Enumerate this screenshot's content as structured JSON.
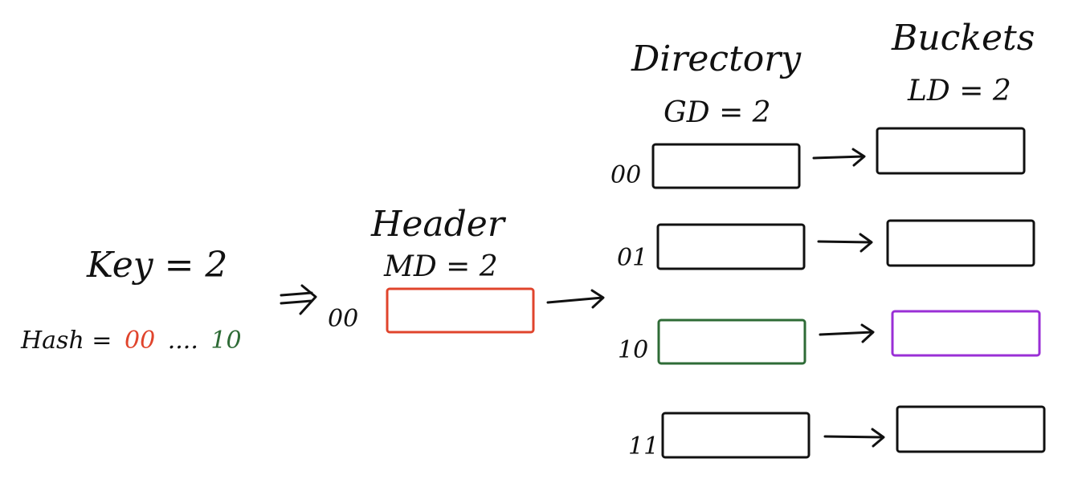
{
  "key": {
    "label": "Key = 2",
    "hash_prefix": "Hash =",
    "hash_high_bits": "00",
    "hash_dots": "....",
    "hash_low_bits": "10"
  },
  "header": {
    "title": "Header",
    "depth_label": "MD = 2",
    "slot_index": "00"
  },
  "directory": {
    "title": "Directory",
    "depth_label": "GD = 2",
    "slots": [
      {
        "index": "00"
      },
      {
        "index": "01"
      },
      {
        "index": "10"
      },
      {
        "index": "11"
      }
    ]
  },
  "buckets": {
    "title": "Buckets",
    "depth_label": "LD = 2"
  },
  "colors": {
    "ink": "#111111",
    "header_path": "#e0442c",
    "directory_path": "#2e6b36",
    "target_bucket": "#9a2fd6"
  }
}
